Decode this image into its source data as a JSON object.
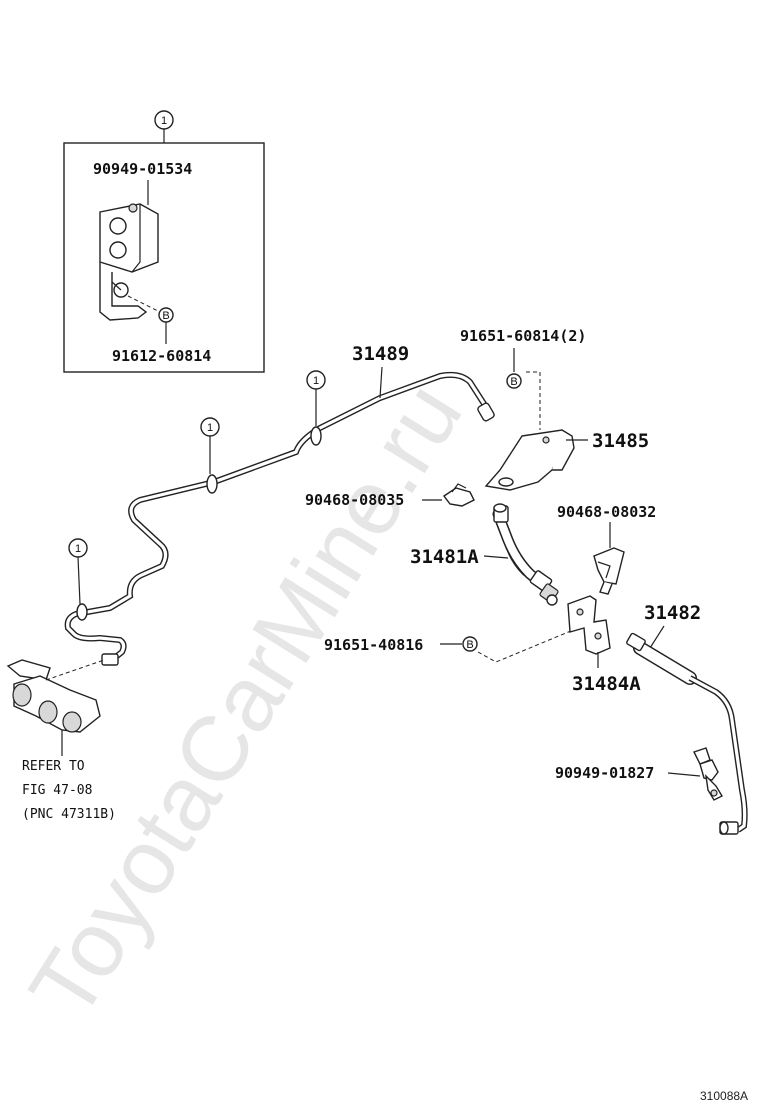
{
  "watermark": "ToyotaCarMine.ru",
  "figure_id": "310088A",
  "circle_marker": "1",
  "bolt_marker": "B",
  "inset": {
    "clamp_part": "90949-01534",
    "bolt_part": "91612-60814"
  },
  "parts": {
    "p31489": "31489",
    "p91651_60814": "91651-60814(2)",
    "p31485": "31485",
    "p90468_08035": "90468-08035",
    "p90468_08032": "90468-08032",
    "p31481A": "31481A",
    "p91651_40816": "91651-40816",
    "p31482": "31482",
    "p31484A": "31484A",
    "p90949_01827": "90949-01827"
  },
  "refer": {
    "line1": "REFER TO",
    "line2": "FIG 47-08",
    "line3": "(PNC 47311B)"
  }
}
